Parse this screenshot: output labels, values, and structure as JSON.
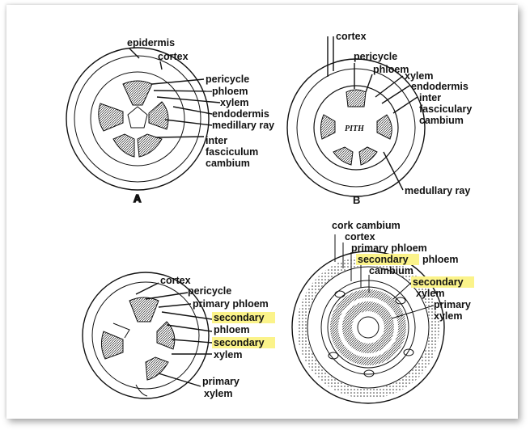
{
  "panel_a": {
    "letter": "A",
    "labels": {
      "epidermis": "epidermis",
      "cortex": "cortex",
      "pericycle": "pericycle",
      "phloem": "phloem",
      "xylem": "xylem",
      "endodermis": "endodermis",
      "medullary_ray": "medillary ray",
      "inter": "inter",
      "fasciculum": "fasciculum",
      "cambium": "cambium"
    }
  },
  "panel_b": {
    "letter": "B",
    "pith": "PITH",
    "labels": {
      "cortex": "cortex",
      "pericycle": "pericycle",
      "phloem": "phloem",
      "xylem": "xylem",
      "endodermis": "endodermis",
      "inter": "inter",
      "fascicular": "fasciculary",
      "cambium": "cambium",
      "medullary_ray": "medullary ray"
    }
  },
  "panel_c": {
    "labels": {
      "cortex": "cortex",
      "pericycle": "pericycle",
      "primary_phloem": "primary phloem",
      "secondary_1": "secondary",
      "phloem": "phloem",
      "secondary_2": "secondary",
      "xylem": "xylem",
      "primary": "primary",
      "xylem_2": "xylem"
    }
  },
  "panel_d": {
    "labels": {
      "cork_cambium": "cork cambium",
      "cortex": "cortex",
      "primary_phloem": "primary phloem",
      "secondary": "secondary",
      "phloem": "phloem",
      "cambium": "cambium",
      "secondary_2": "secondary",
      "xylem": "xylem",
      "primary": "primary",
      "xylem_2": "xylem"
    }
  },
  "colors": {
    "highlight": "#fbf38a",
    "ink": "#111111"
  }
}
